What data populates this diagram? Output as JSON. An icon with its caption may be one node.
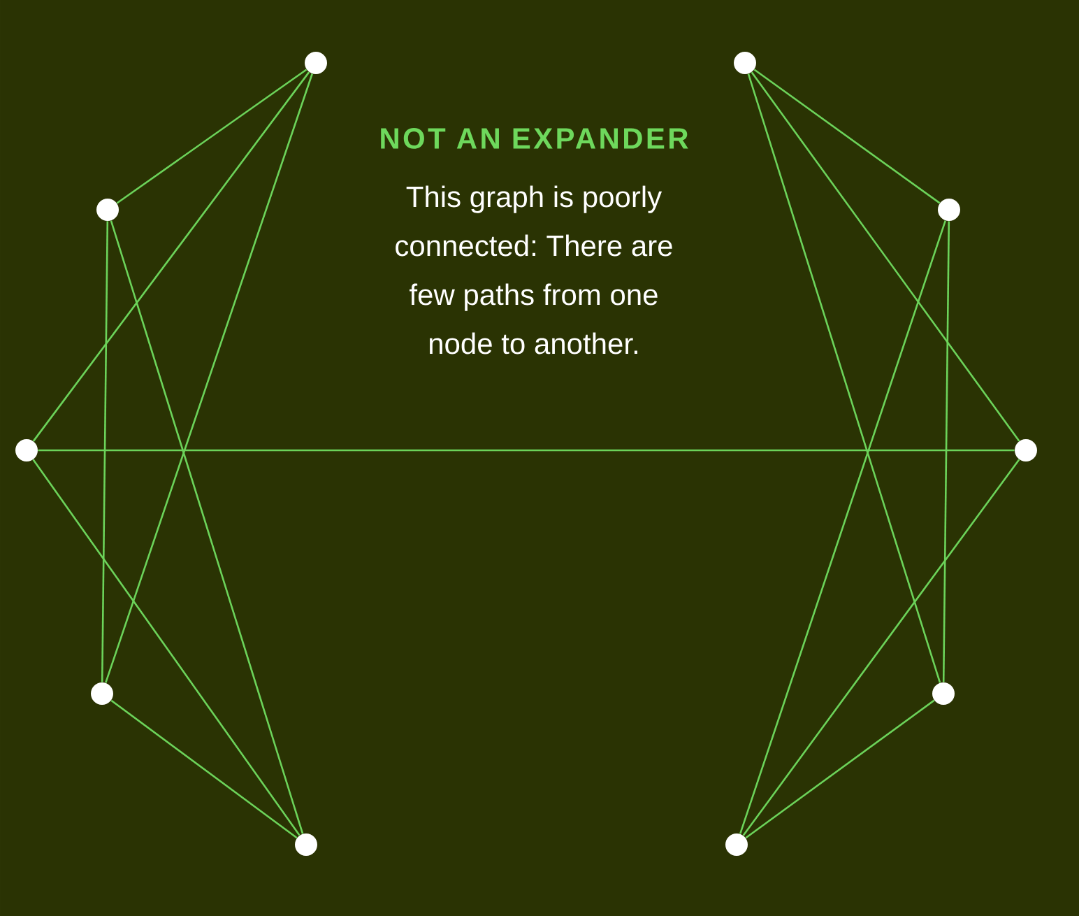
{
  "diagram": {
    "title": "NOT AN EXPANDER",
    "nodes": [
      {
        "text": [],
        "shape": "circle"
      },
      {
        "text": [],
        "shape": "circle"
      },
      {
        "text": [],
        "shape": "circle"
      },
      {
        "text": [],
        "shape": "circle"
      },
      {
        "text": [],
        "shape": "circle"
      },
      {
        "text": [],
        "shape": "circle"
      },
      {
        "text": [],
        "shape": "circle"
      },
      {
        "text": [],
        "shape": "circle"
      },
      {
        "text": [],
        "shape": "circle"
      },
      {
        "text": [],
        "shape": "circle"
      }
    ],
    "edges": [
      {
        "from": 0,
        "to": 1,
        "arrow": "none"
      },
      {
        "from": 0,
        "to": 2,
        "arrow": "none"
      },
      {
        "from": 0,
        "to": 3,
        "arrow": "none"
      },
      {
        "from": 1,
        "to": 3,
        "arrow": "none"
      },
      {
        "from": 1,
        "to": 4,
        "arrow": "none"
      },
      {
        "from": 2,
        "to": 4,
        "arrow": "none"
      },
      {
        "from": 2,
        "to": 7,
        "arrow": "none"
      },
      {
        "from": 3,
        "to": 4,
        "arrow": "none"
      },
      {
        "from": 5,
        "to": 6,
        "arrow": "none"
      },
      {
        "from": 5,
        "to": 7,
        "arrow": "none"
      },
      {
        "from": 5,
        "to": 8,
        "arrow": "none"
      },
      {
        "from": 6,
        "to": 8,
        "arrow": "none"
      },
      {
        "from": 6,
        "to": 9,
        "arrow": "none"
      },
      {
        "from": 7,
        "to": 9,
        "arrow": "none"
      },
      {
        "from": 8,
        "to": 9,
        "arrow": "none"
      }
    ],
    "labels": [
      "This graph is poorly connected: There are few paths from one node to another."
    ]
  }
}
